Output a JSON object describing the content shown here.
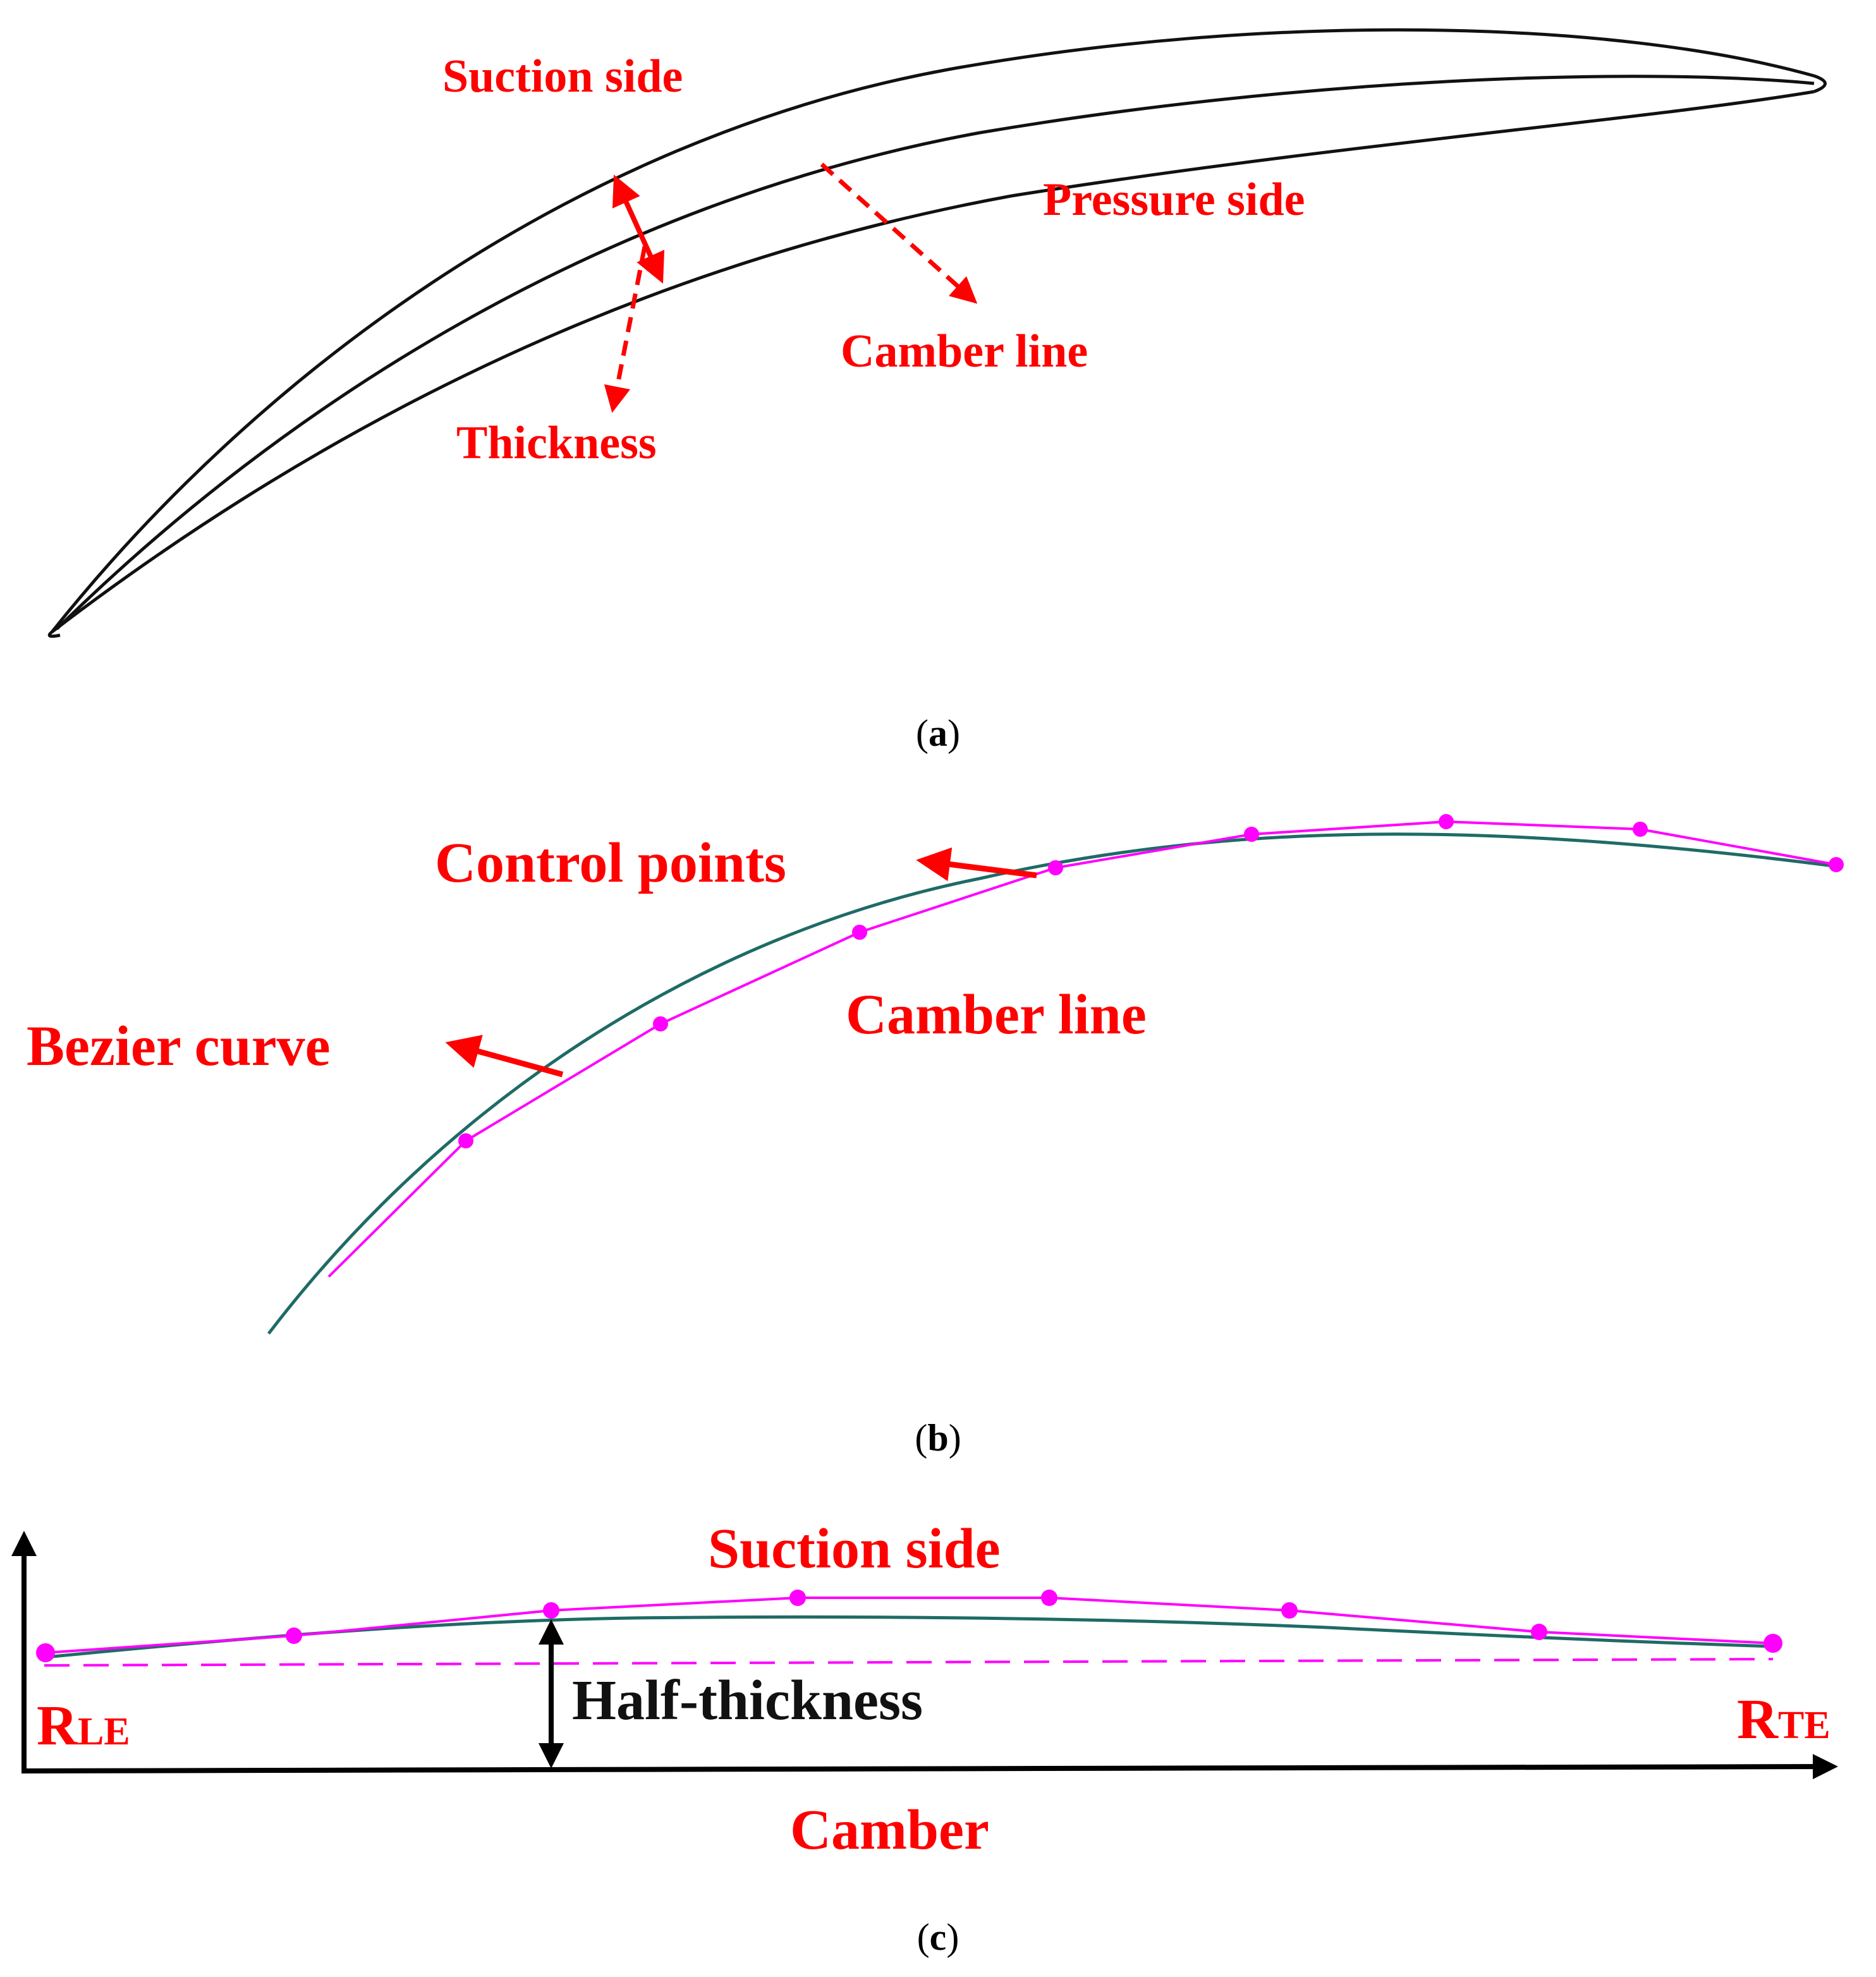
{
  "panel_a": {
    "labels": {
      "suction_side": "Suction side",
      "pressure_side": "Pressure side",
      "camber_line": "Camber line",
      "thickness": "Thickness"
    },
    "caption_letter": "a"
  },
  "panel_b": {
    "labels": {
      "control_points": "Control points",
      "bezier_curve": "Bezier curve",
      "camber_line": "Camber line"
    },
    "caption_letter": "b"
  },
  "panel_c": {
    "labels": {
      "suction_side": "Suction side",
      "half_thickness": "Half-thickness",
      "camber": "Camber",
      "r_le_main": "R",
      "r_le_sub": "LE",
      "r_te_main": "R",
      "r_te_sub": "TE"
    },
    "caption_letter": "c"
  },
  "colors": {
    "annotation": "#ff0000",
    "bezier": "#ff00ff",
    "camber": "#1f6b66",
    "outline": "#111111"
  }
}
